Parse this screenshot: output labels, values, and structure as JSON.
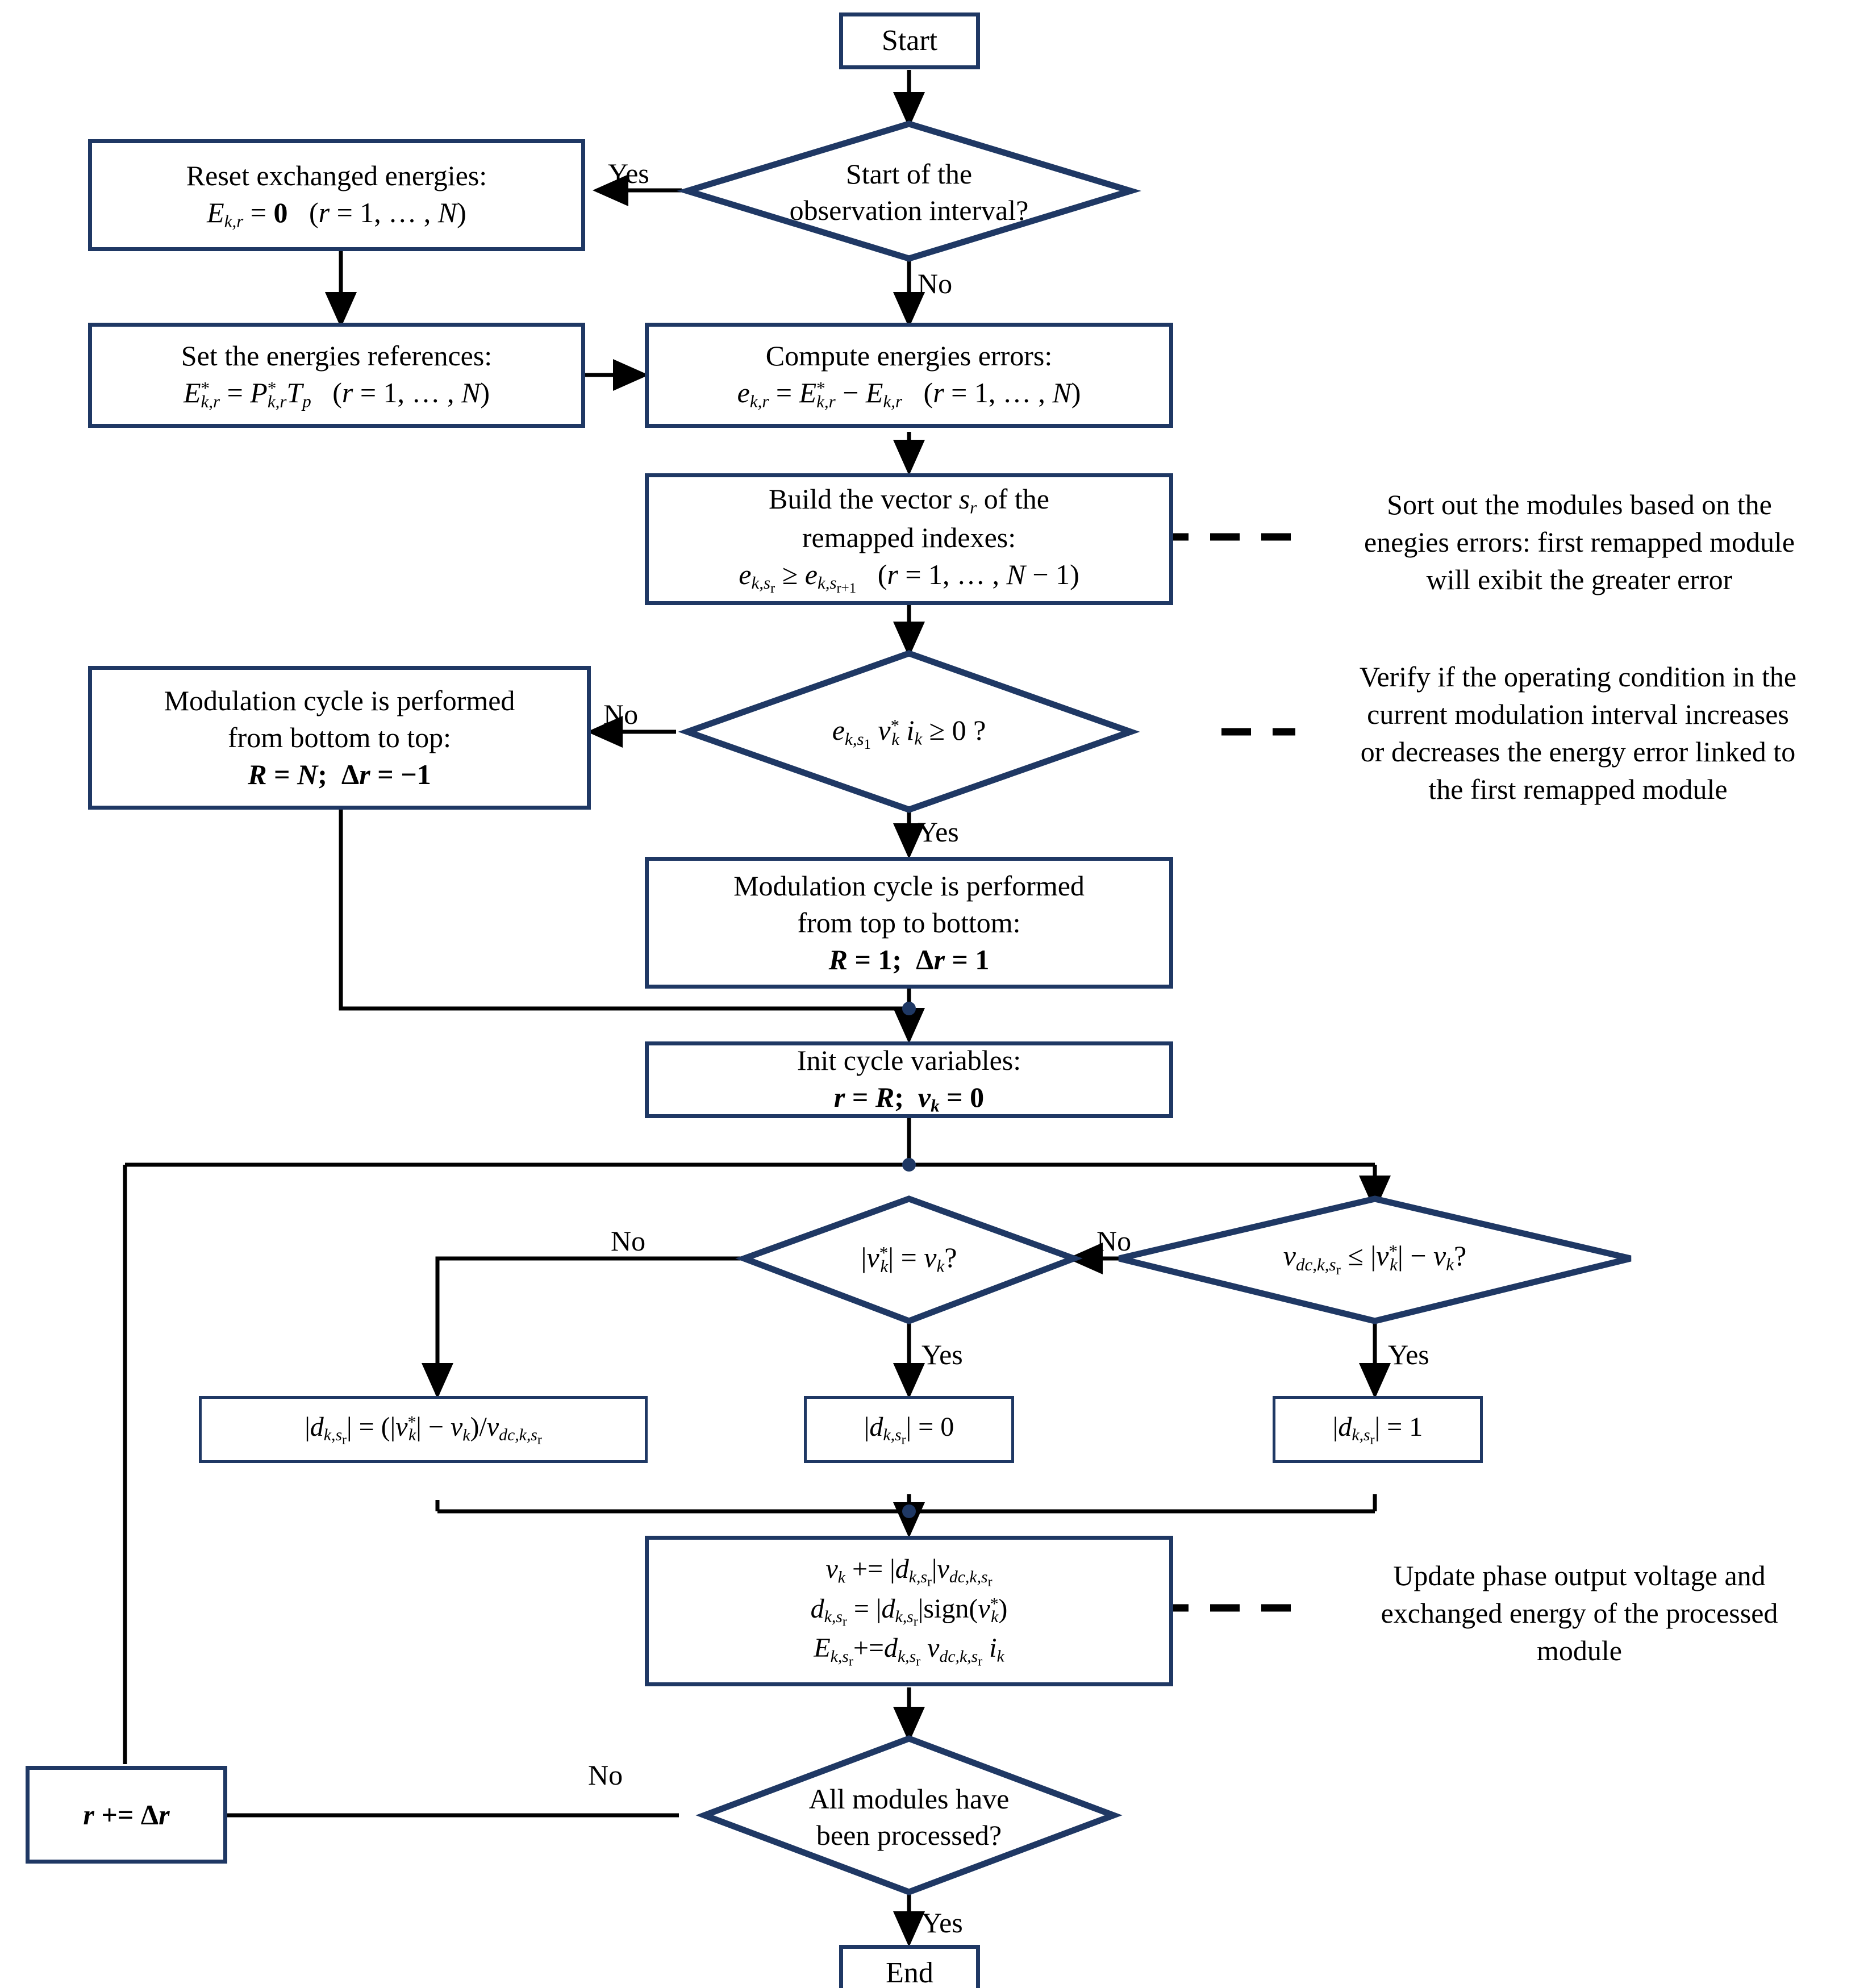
{
  "title": "Flowchart of the modulation and energy-balancing algorithm",
  "colors": {
    "node_border": "#1F3864",
    "connector": "#000000",
    "background": "#ffffff",
    "text": "#000000"
  },
  "nodes": {
    "start": {
      "label": "Start",
      "shape": "process"
    },
    "decision_start_interval": {
      "line1": "Start of the",
      "line2": "observation interval?",
      "shape": "decision"
    },
    "reset_energies": {
      "line1": "Reset exchanged energies:",
      "line2": "Eₖ,ᵣ = 0   (r = 1, … , N)",
      "shape": "process"
    },
    "set_references": {
      "line1": "Set the energies references:",
      "line2": "E*ₖ,ᵣ = P*ₖ,ᵣ Tₚ   (r = 1, … , N)",
      "shape": "process"
    },
    "compute_errors": {
      "line1": "Compute energies errors:",
      "line2": "eₖ,ᵣ = E*ₖ,ᵣ − Eₖ,ᵣ   (r = 1, … , N)",
      "shape": "process"
    },
    "build_vector": {
      "line1": "Build the vector sᵣ of the",
      "line2": "remapped indexes:",
      "line3": "eₖ,ₛᵣ ≥ eₖ,ₛᵣ₊₁   (r = 1, … , N − 1)",
      "shape": "process"
    },
    "decision_sign": {
      "line1": "eₖ,ₛ₁ v*ₖ iₖ ≥ 0 ?",
      "shape": "decision"
    },
    "cycle_bottom_top": {
      "line1": "Modulation cycle is performed",
      "line2": "from bottom to top:",
      "line3": "R = N;  Δr = −1",
      "shape": "process"
    },
    "cycle_top_bottom": {
      "line1": "Modulation cycle is performed",
      "line2": "from top to bottom:",
      "line3": "R = 1;  Δr = 1",
      "shape": "process"
    },
    "init_cycle": {
      "line1": "Init cycle variables:",
      "line2": "r = R;  vₖ = 0",
      "shape": "process"
    },
    "decision_vk_eq": {
      "line1": "|v*ₖ| = vₖ ?",
      "shape": "decision"
    },
    "decision_vdc_le": {
      "line1": "vdc,ₖ,ₛᵣ ≤ |v*ₖ| − vₖ ?",
      "shape": "decision"
    },
    "d_partial": {
      "line1": "|dₖ,ₛᵣ| = (|v*ₖ| − vₖ)/vdc,ₖ,ₛᵣ",
      "shape": "process"
    },
    "d_zero": {
      "line1": "|dₖ,ₛᵣ| = 0",
      "shape": "process"
    },
    "d_one": {
      "line1": "|dₖ,ₛᵣ| = 1",
      "shape": "process"
    },
    "update_block": {
      "line1": "vₖ += |dₖ,ₛᵣ| vdc,ₖ,ₛᵣ",
      "line2": "dₖ,ₛᵣ = |dₖ,ₛᵣ| sign(v*ₖ)",
      "line3": "Eₖ,ₛᵣ += dₖ,ₛᵣ vdc,ₖ,ₛᵣ iₖ",
      "shape": "process"
    },
    "decision_all_done": {
      "line1": "All modules have",
      "line2": "been processed?",
      "shape": "decision"
    },
    "increment_r": {
      "line1": "r += Δr",
      "shape": "process"
    },
    "end": {
      "label": "End",
      "shape": "process"
    }
  },
  "edge_labels": {
    "yes_start_interval": "Yes",
    "no_start_interval": "No",
    "no_sign": "No",
    "yes_sign": "Yes",
    "no_vk_eq": "No",
    "yes_vk_eq": "Yes",
    "no_vdc": "No",
    "yes_vdc": "Yes",
    "no_all_done": "No",
    "yes_all_done": "Yes"
  },
  "annotations": {
    "sort_modules": {
      "line1": "Sort out the modules based on the",
      "line2": "enegies errors: first remapped module",
      "line3": "will exibit the greater error"
    },
    "verify_condition": {
      "line1": "Verify if the operating condition in the",
      "line2": "current modulation interval increases",
      "line3": "or decreases the energy error linked to",
      "line4": "the first remapped module"
    },
    "update_phase": {
      "line1": "Update phase output voltage and",
      "line2": "exchanged energy of the processed",
      "line3": "module"
    }
  }
}
